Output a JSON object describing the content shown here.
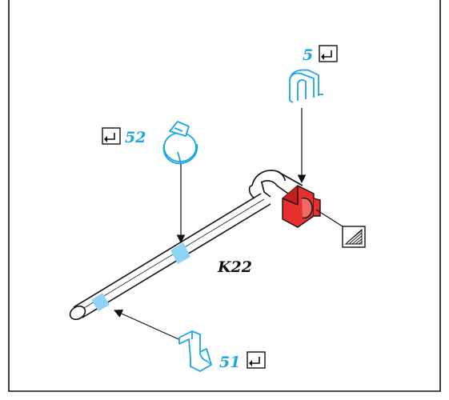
{
  "title": "K22",
  "parts": [
    {
      "id": "5",
      "label": "5",
      "icon": "snap-icon"
    },
    {
      "id": "52",
      "label": "52",
      "icon": "snap-icon"
    },
    {
      "id": "51",
      "label": "51",
      "icon": "snap-icon"
    }
  ],
  "special_icon": "grease-hatch-icon",
  "colors": {
    "accent": "#1aa6e0",
    "highlight": "#e8312f",
    "outline": "#111111",
    "background": "#ffffff"
  }
}
